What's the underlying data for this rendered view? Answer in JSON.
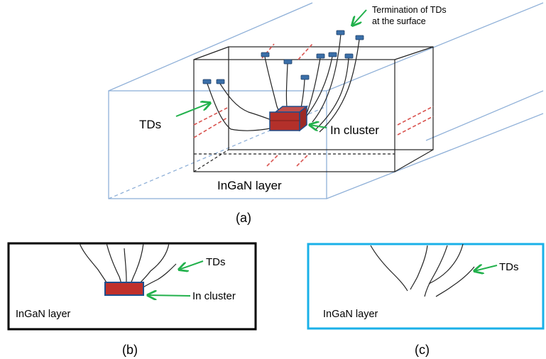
{
  "panel_a": {
    "surface_label_line1": "Termination of TDs",
    "surface_label_line2": "at the surface",
    "tds_label": "TDs",
    "cluster_label": "In cluster",
    "layer_label": "InGaN  layer",
    "caption": "(a)"
  },
  "panel_b": {
    "tds_label": "TDs",
    "cluster_label": "In cluster",
    "layer_label": "InGaN layer",
    "caption": "(b)"
  },
  "panel_c": {
    "tds_label": "TDs",
    "layer_label": "InGaN layer",
    "caption": "(c)"
  },
  "colors": {
    "box_blue": "#8fb0d8",
    "arrow_green": "#22b14c",
    "cluster_red": "#b3302a",
    "cluster_outline": "#1f4e8c",
    "marker_blue": "#3b6fa8",
    "dash_red": "#d9534f",
    "panel_b_border": "#000000",
    "panel_c_border": "#1ab0e8"
  }
}
